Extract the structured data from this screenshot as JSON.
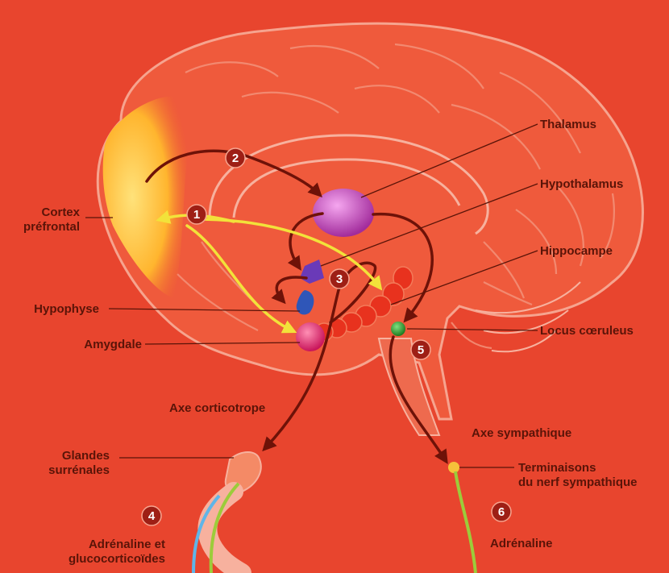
{
  "labels": {
    "thalamus": "Thalamus",
    "hypothalamus": "Hypothalamus",
    "hippocampe": "Hippocampe",
    "locus": "Locus cœruleus",
    "cortex_l1": "Cortex",
    "cortex_l2": "préfrontal",
    "hypophyse": "Hypophyse",
    "amygdale": "Amygdale",
    "axe_corticotrope": "Axe corticotrope",
    "axe_sympathique": "Axe sympathique",
    "glandes_l1": "Glandes",
    "glandes_l2": "surrénales",
    "terminaisons_l1": "Terminaisons",
    "terminaisons_l2": "du nerf sympathique",
    "adre_gluco_l1": "Adrénaline et",
    "adre_gluco_l2": "glucocorticoïdes",
    "adrenaline": "Adrénaline"
  },
  "steps": [
    "1",
    "2",
    "3",
    "4",
    "5",
    "6"
  ],
  "colors": {
    "background": "#e8452e",
    "brain_outline": "#f6a48f",
    "cortex": "#ffc23a",
    "thalamus": "#b43bb0",
    "hypothalamus": "#6a3ab8",
    "hypophyse": "#2f56b8",
    "amygdale": "#d8246a",
    "hippocampe": "#e8321e",
    "locus": "#2a8a2a",
    "arrow_dark": "#6e1208",
    "arrow_yellow": "#f2e23a",
    "nerve_green": "#9ccc3a",
    "nerve_blue": "#5fb5e8"
  }
}
